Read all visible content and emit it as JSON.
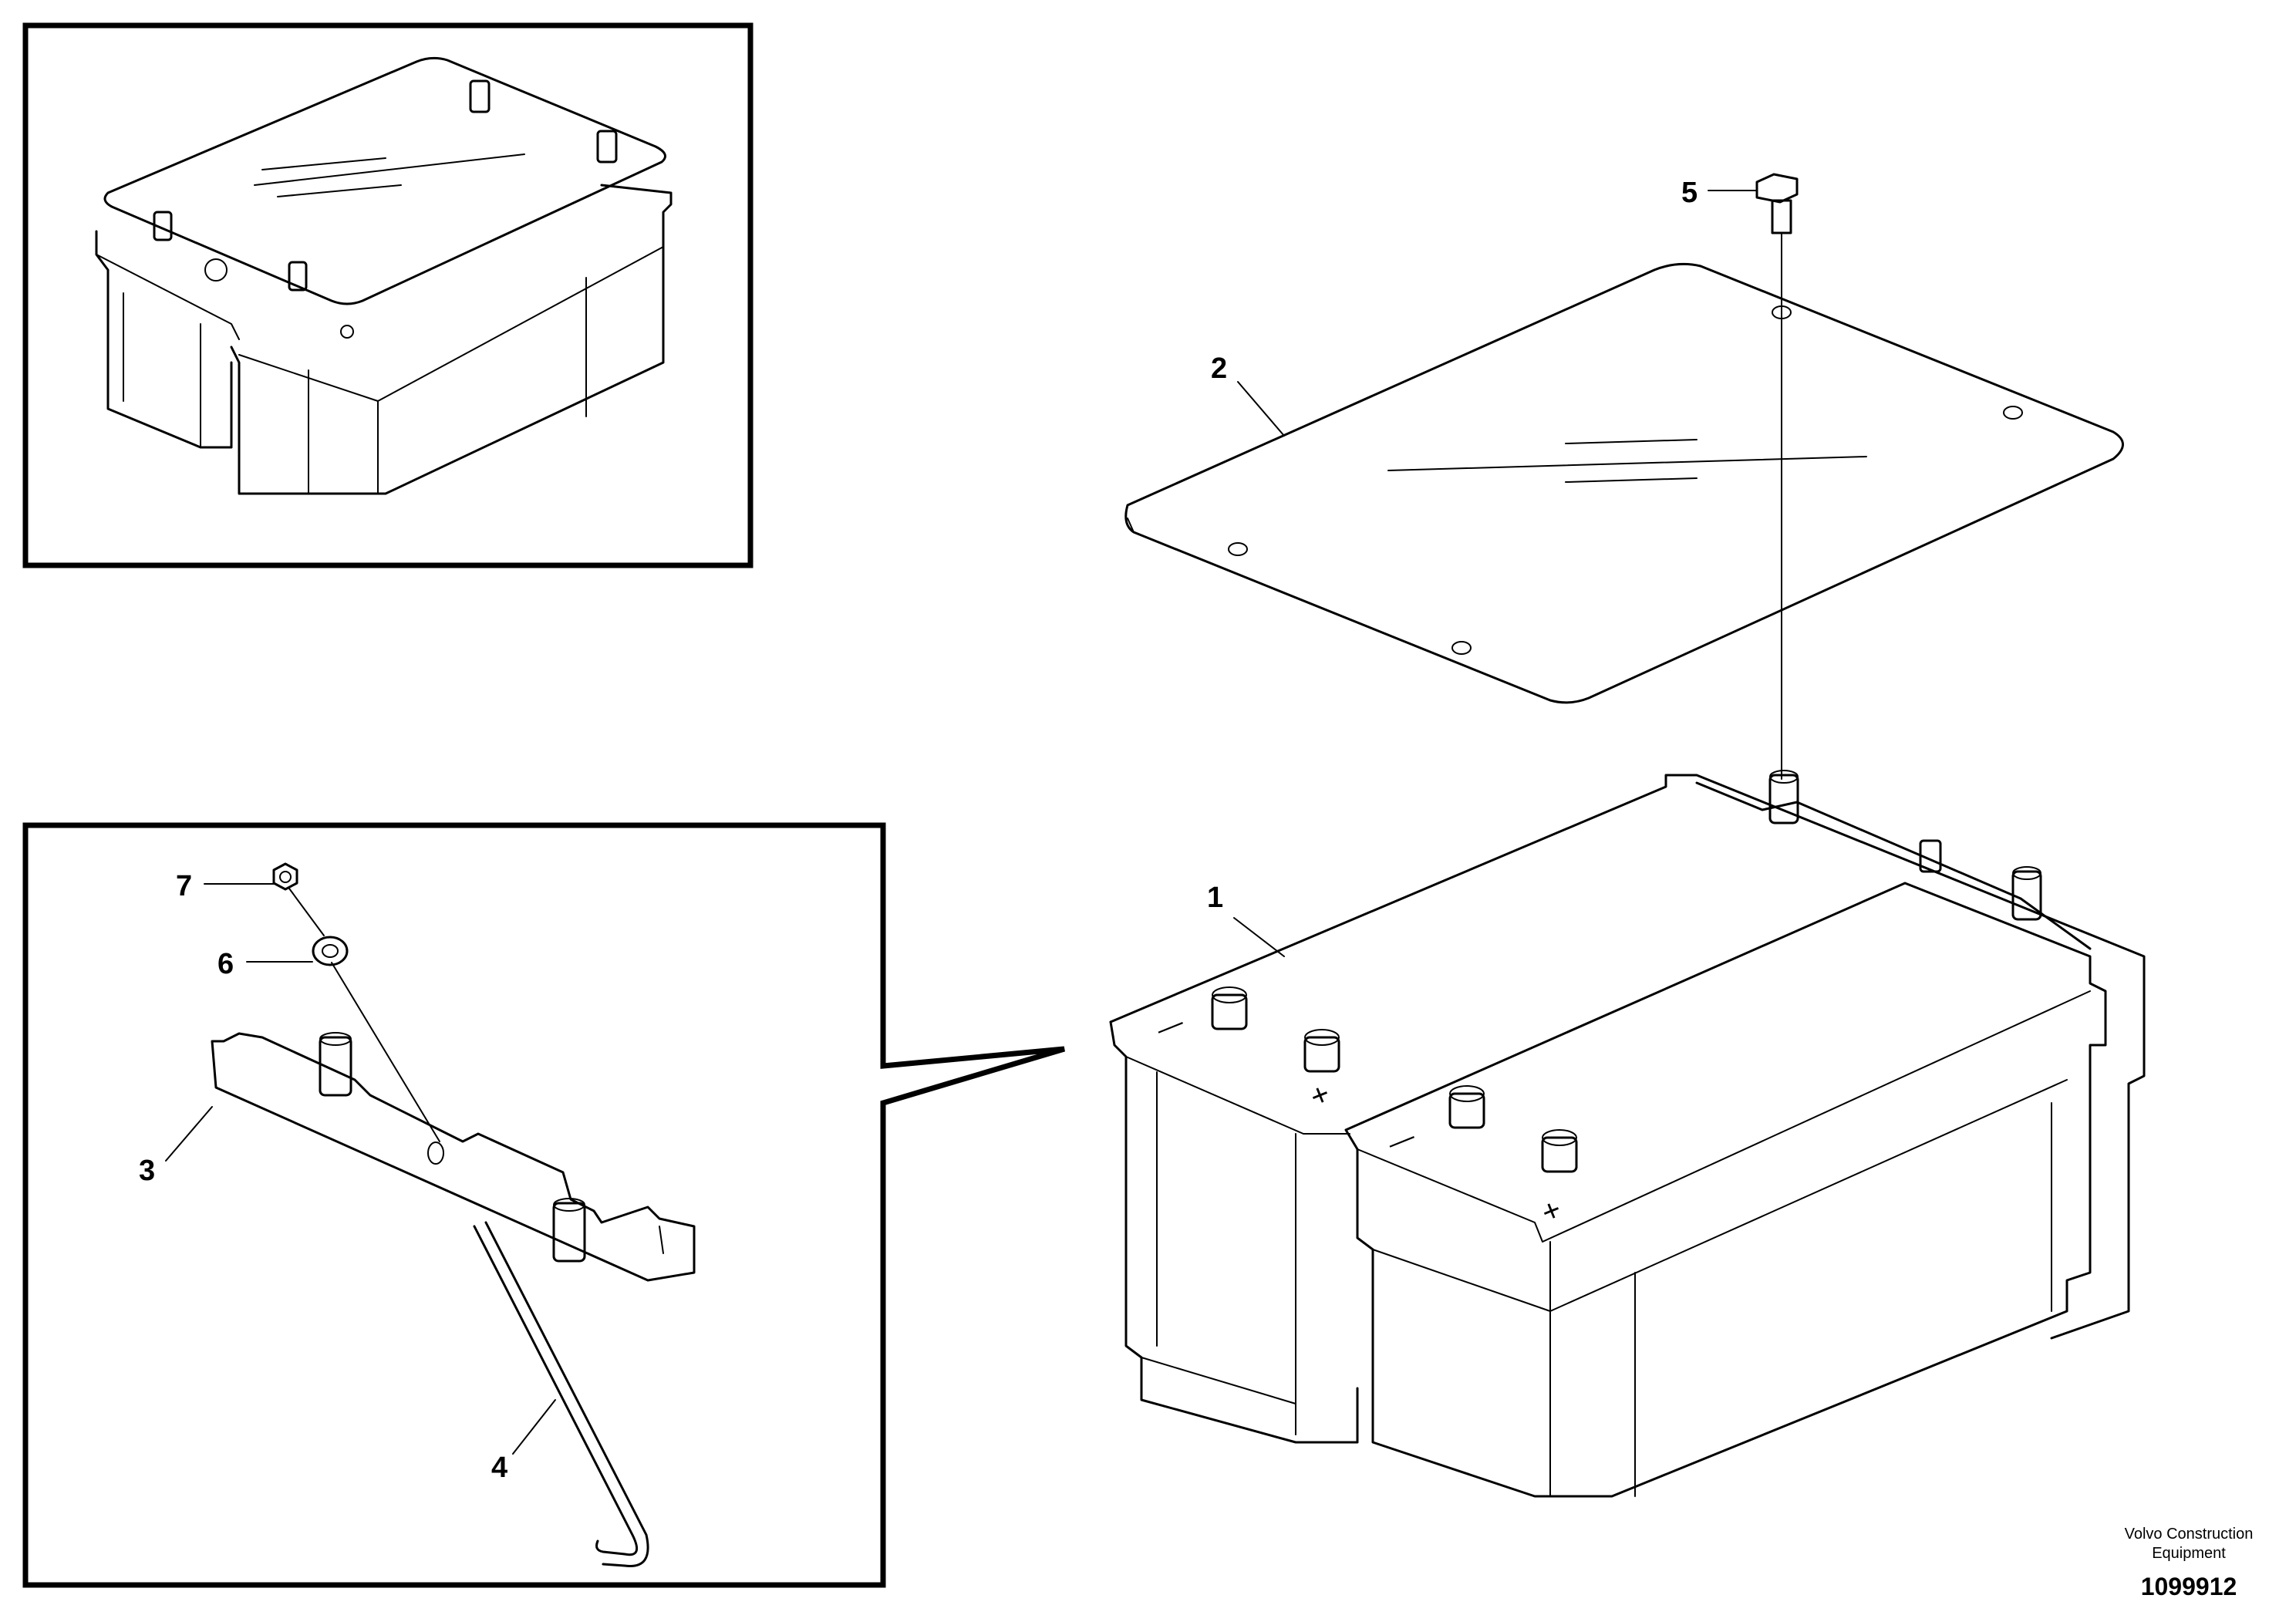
{
  "callouts": [
    {
      "number": "1",
      "part": "battery"
    },
    {
      "number": "2",
      "part": "cover-plate"
    },
    {
      "number": "3",
      "part": "holder-bracket"
    },
    {
      "number": "4",
      "part": "hook-rod"
    },
    {
      "number": "5",
      "part": "screw"
    },
    {
      "number": "6",
      "part": "washer"
    },
    {
      "number": "7",
      "part": "nut"
    }
  ],
  "terminal_marks": {
    "negative": "—",
    "positive": "+"
  },
  "caption": {
    "line1": "Volvo Construction",
    "line2": "Equipment"
  },
  "document_number": "1099912"
}
